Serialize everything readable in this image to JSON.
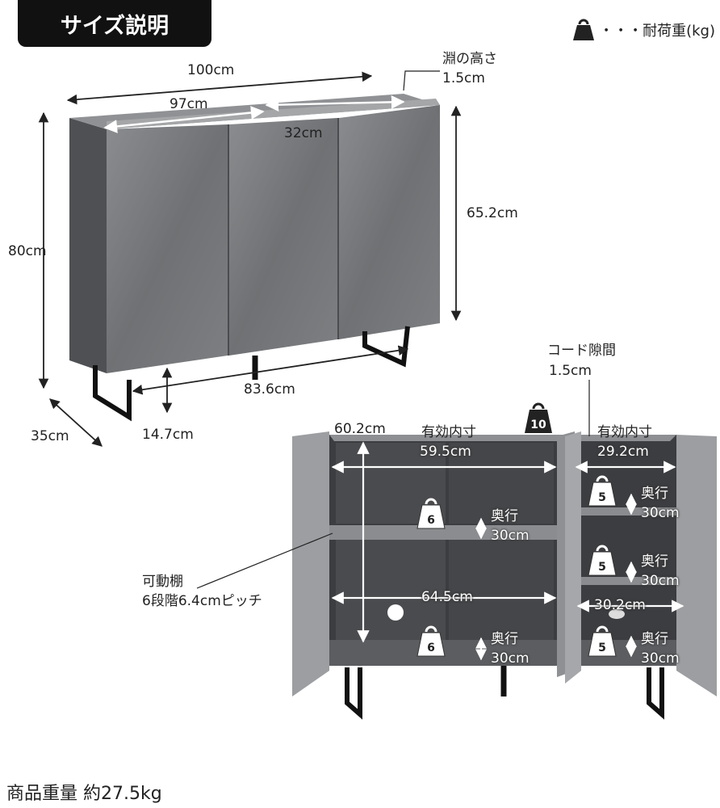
{
  "header": {
    "title": "サイズ説明",
    "legend_dots": "・・・",
    "legend_label": "耐荷重(kg)"
  },
  "front_view": {
    "width": "100cm",
    "inner_width": "97cm",
    "lip_label": "淵の高さ",
    "lip_value": "1.5cm",
    "depth_inner": "32cm",
    "height": "80cm",
    "body_height": "65.2cm",
    "depth": "35cm",
    "leg_span": "83.6cm",
    "leg_height": "14.7cm"
  },
  "interior_view": {
    "cord_label": "コード隙間",
    "cord_value": "1.5cm",
    "left_height": "60.2cm",
    "left_effective_label": "有効内寸",
    "left_effective_value": "59.5cm",
    "right_effective_label": "有効内寸",
    "right_effective_value": "29.2cm",
    "shelf_label": "可動棚",
    "shelf_desc": "6段階6.4cmピッチ",
    "left_inner_width": "64.5cm",
    "right_inner_width": "30.2cm",
    "depth_label": "奥行",
    "depth_value": "30cm",
    "loads": {
      "top": "10",
      "left_shelf": "6",
      "left_bottom": "6",
      "right_top": "5",
      "right_mid": "5",
      "right_bottom": "5"
    }
  },
  "footer": {
    "product_weight": "商品重量 約27.5kg"
  }
}
